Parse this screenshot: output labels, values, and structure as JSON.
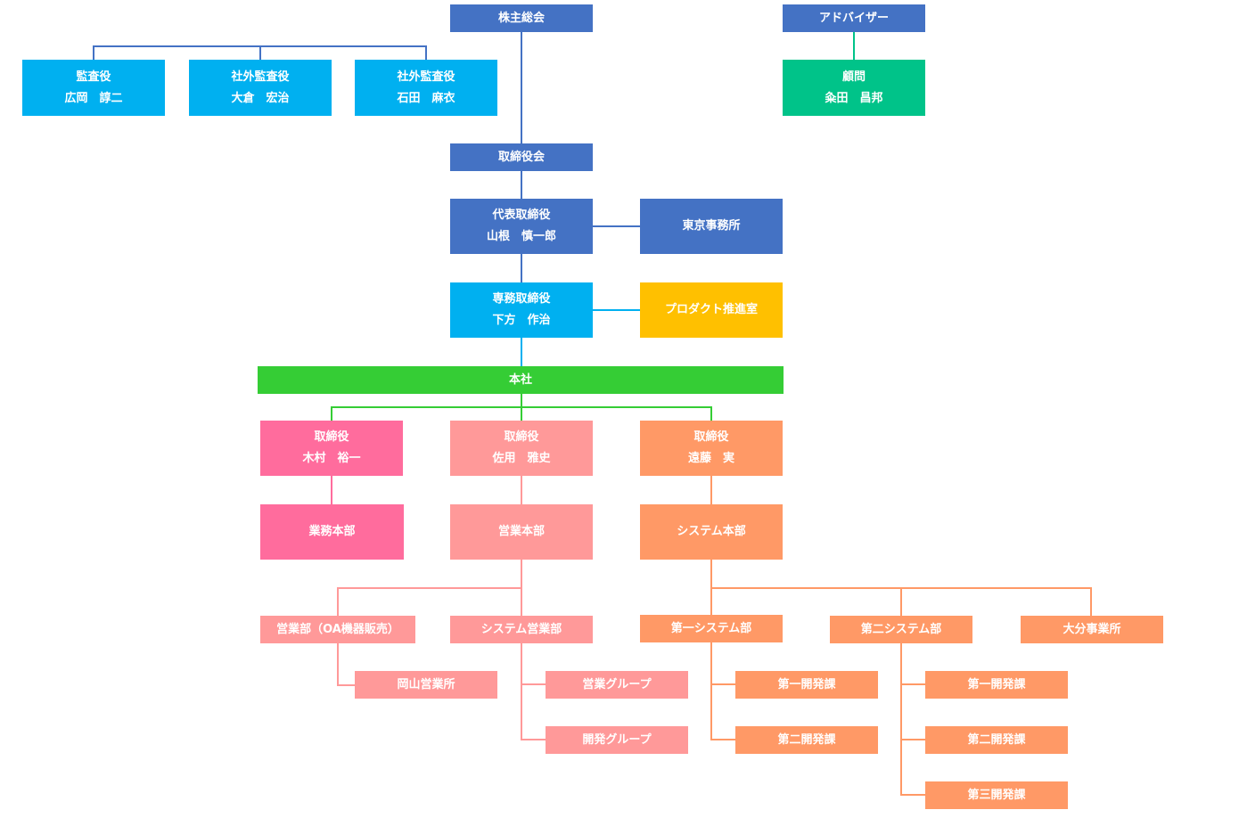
{
  "chart": {
    "shareholders": "株主総会",
    "advisor": "アドバイザー",
    "auditor": {
      "title": "監査役",
      "name": "広岡　諄二"
    },
    "ext_auditor_1": {
      "title": "社外監査役",
      "name": "大倉　宏治"
    },
    "ext_auditor_2": {
      "title": "社外監査役",
      "name": "石田　麻衣"
    },
    "counselor": {
      "title": "顧問",
      "name": "粂田　昌邦"
    },
    "board": "取締役会",
    "ceo": {
      "title": "代表取締役",
      "name": "山根　慎一郎"
    },
    "tokyo_office": "東京事務所",
    "senior_md": {
      "title": "専務取締役",
      "name": "下方　作治"
    },
    "product_office": "プロダクト推進室",
    "head_office": "本社",
    "director_1": {
      "title": "取締役",
      "name": "木村　裕一"
    },
    "director_2": {
      "title": "取締役",
      "name": "佐用　雅史"
    },
    "director_3": {
      "title": "取締役",
      "name": "遠藤　実"
    },
    "operations_hq": "業務本部",
    "sales_hq": "営業本部",
    "system_hq": "システム本部",
    "sales_oa": "営業部（OA機器販売）",
    "system_sales": "システム営業部",
    "system_dept_1": "第一システム部",
    "system_dept_2": "第二システム部",
    "oita_office": "大分事業所",
    "okayama_office": "岡山営業所",
    "sales_group": "営業グループ",
    "dev_group": "開発グループ",
    "dev_1_1": "第一開発課",
    "dev_1_2": "第二開発課",
    "dev_2_1": "第一開発課",
    "dev_2_2": "第二開発課",
    "dev_2_3": "第三開発課"
  },
  "colors": {
    "blue": "#4472c4",
    "cyan": "#00b0f0",
    "teal": "#00c389",
    "yellow": "#ffc000",
    "green": "#35cd35",
    "pink": "#ff6c9d",
    "salmon": "#ff9999",
    "orange": "#ff9966"
  }
}
